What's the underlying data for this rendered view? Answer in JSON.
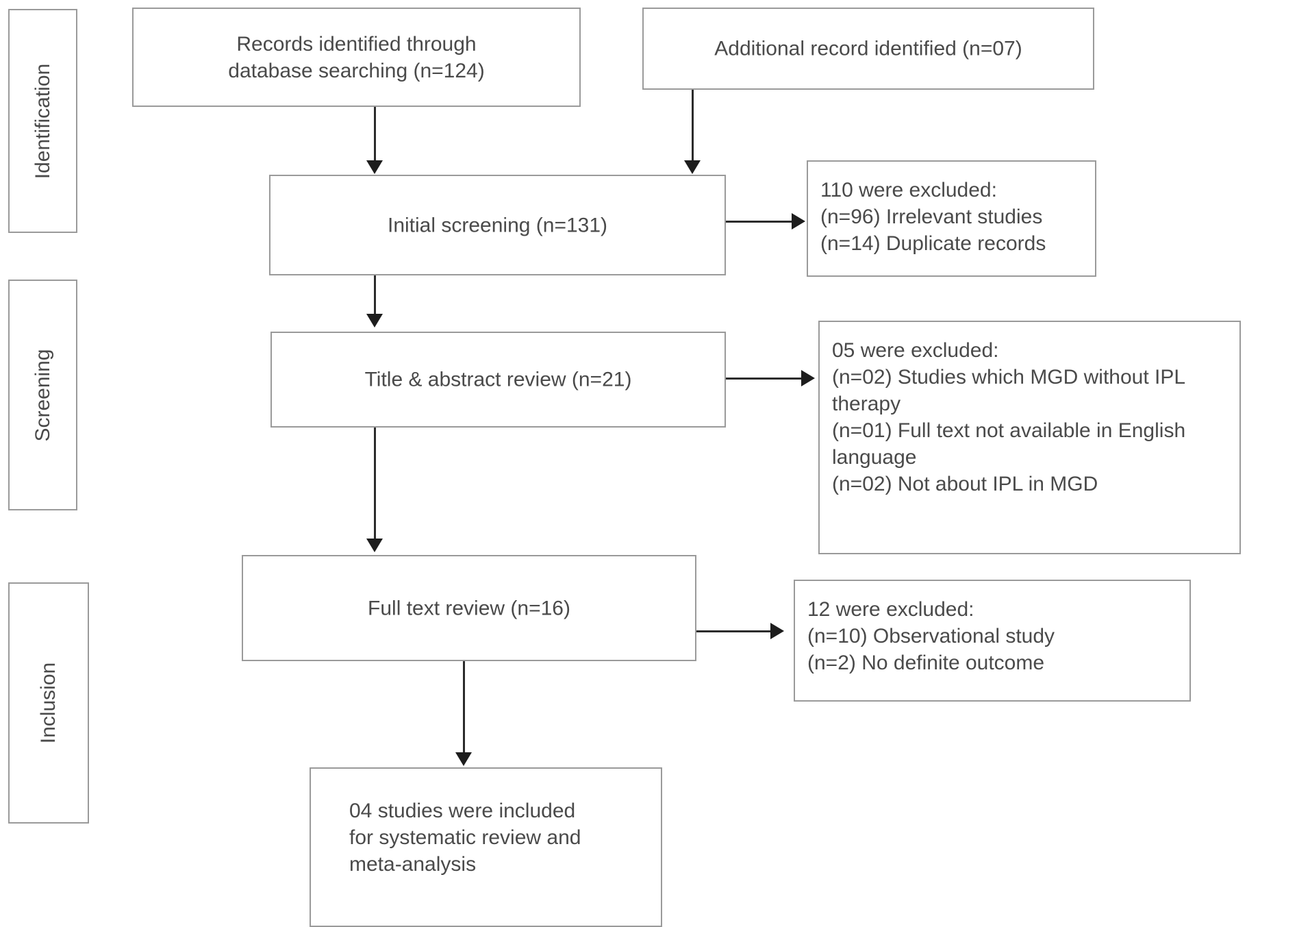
{
  "diagram": {
    "type": "prisma-flow-diagram",
    "stages": [
      {
        "id": "identification",
        "label": "Identification"
      },
      {
        "id": "screening",
        "label": "Screening"
      },
      {
        "id": "inclusion",
        "label": "Inclusion"
      }
    ],
    "nodes": [
      {
        "id": "records-identified",
        "text": "Records identified through\ndatabase searching (n=124)",
        "count": 124
      },
      {
        "id": "additional-record",
        "text": "Additional record identified (n=07)",
        "count": 7
      },
      {
        "id": "initial-screening",
        "text": "Initial screening (n=131)",
        "count": 131
      },
      {
        "id": "title-abstract-review",
        "text": "Title & abstract review (n=21)",
        "count": 21
      },
      {
        "id": "full-text-review",
        "text": "Full text review (n=16)",
        "count": 16
      },
      {
        "id": "studies-included",
        "text": "04 studies were included\nfor systematic review and\nmeta-analysis",
        "count": 4
      }
    ],
    "exclusions": [
      {
        "id": "exclusion-screening",
        "text": "110 were excluded:\n(n=96) Irrelevant studies\n(n=14) Duplicate records",
        "total": 110
      },
      {
        "id": "exclusion-title-abstract",
        "text": "05 were excluded:\n(n=02) Studies which MGD without IPL therapy\n(n=01) Full text not available in English language\n(n=02) Not about IPL in MGD",
        "total": 5
      },
      {
        "id": "exclusion-full-text",
        "text": "12 were excluded:\n(n=10) Observational study\n(n=2) No definite outcome",
        "total": 12
      }
    ],
    "colors": {
      "box_border": "#9a9a9a",
      "connector": "#2b2b2b",
      "text": "#4a4a4a",
      "background": "#ffffff"
    }
  }
}
